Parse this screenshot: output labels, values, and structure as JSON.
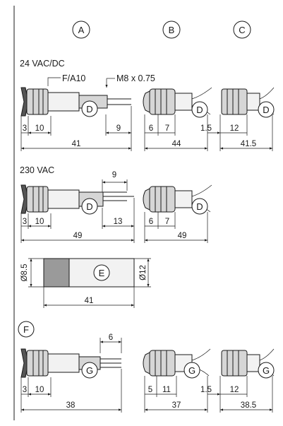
{
  "column_labels": [
    "A",
    "B",
    "C"
  ],
  "section_24v": {
    "title": "24 VAC/DC",
    "callout_fuse": "F/A10",
    "callout_thread": "M8 x 0.75",
    "part_label": "D",
    "dims_a": [
      "3",
      "10",
      "9",
      "41"
    ],
    "dims_b": [
      "6",
      "7",
      "44"
    ],
    "dims_c": [
      "1.5",
      "12",
      "41.5"
    ]
  },
  "section_230v": {
    "title": "230 VAC",
    "part_label": "D",
    "dims_a": [
      "9",
      "3",
      "10",
      "13",
      "49"
    ],
    "dims_b": [
      "6",
      "7",
      "49"
    ]
  },
  "section_e": {
    "part_label": "E",
    "dia_left": "Ø8.5",
    "dia_right": "Ø12",
    "length": "41"
  },
  "section_f": {
    "label": "F",
    "part_label": "G",
    "dims_a": [
      "6",
      "3",
      "10",
      "38"
    ],
    "dims_b": [
      "5",
      "11",
      "37"
    ],
    "dims_c": [
      "1.5",
      "12",
      "38.5"
    ]
  }
}
